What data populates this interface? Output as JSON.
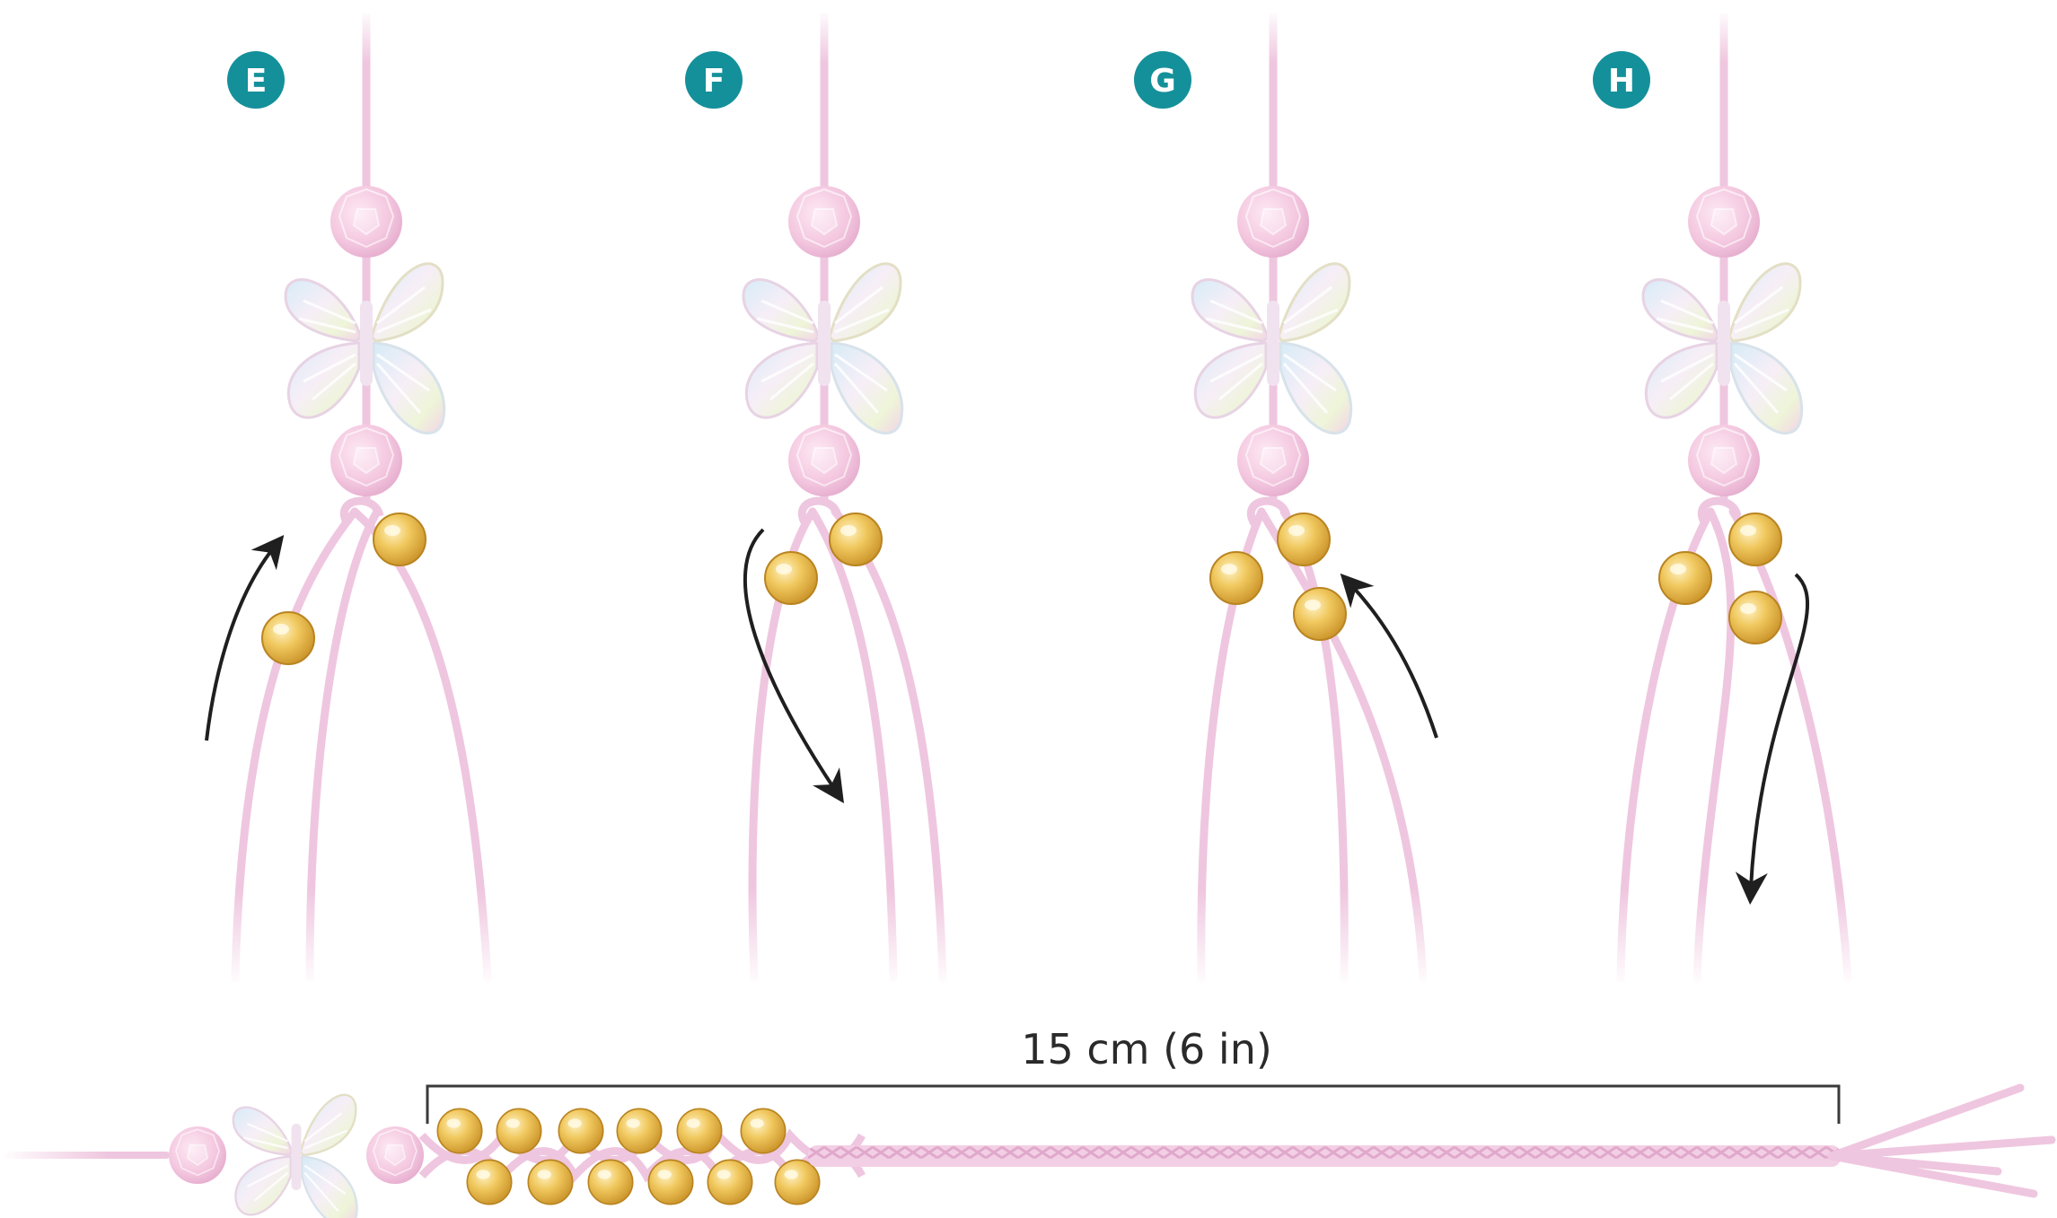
{
  "steps": [
    {
      "letter": "E",
      "instruction": "Take left cord with bead up and over to the right"
    },
    {
      "letter": "F",
      "instruction": "Thread a bead and bring the cord down"
    },
    {
      "letter": "G",
      "instruction": "Take right cord with bead up and over to the left"
    },
    {
      "letter": "H",
      "instruction": "Thread a bead and bring the cord down"
    }
  ],
  "measurement": {
    "label": "15 cm (6 in)"
  },
  "colors": {
    "badge": "#14909a",
    "cord": "#efc6df",
    "bead_gold": "#e9b94c",
    "bead_pink": "#f2c3dd",
    "arrow": "#1f1f1f",
    "bracket": "#3a3a3a"
  },
  "icons": {
    "butterfly": "butterfly-bead-icon",
    "arrow": "curved-arrow-icon"
  }
}
